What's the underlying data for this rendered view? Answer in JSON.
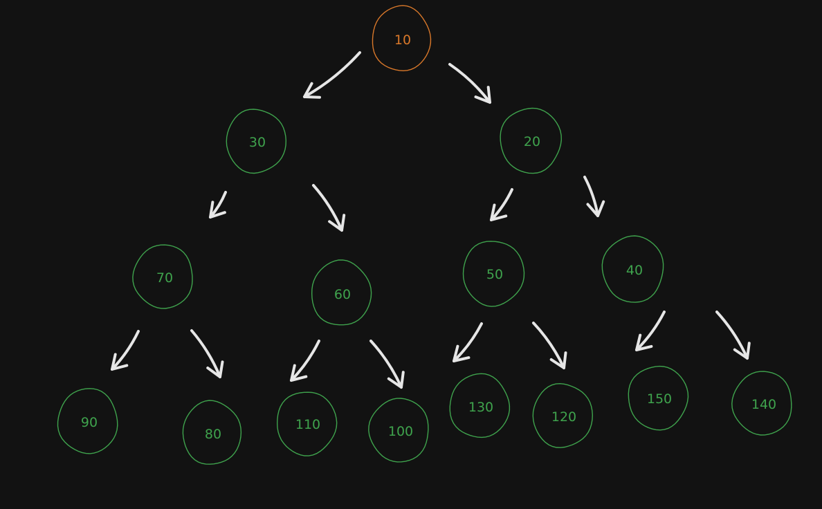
{
  "colors": {
    "background": "#121212",
    "root": "#d9782a",
    "node": "#3fa34d",
    "arrow": "#e6e6e6"
  },
  "nodes": [
    {
      "id": "n10",
      "label": "10",
      "role": "root"
    },
    {
      "id": "n30",
      "label": "30",
      "role": "node"
    },
    {
      "id": "n20",
      "label": "20",
      "role": "node"
    },
    {
      "id": "n70",
      "label": "70",
      "role": "node"
    },
    {
      "id": "n60",
      "label": "60",
      "role": "node"
    },
    {
      "id": "n50",
      "label": "50",
      "role": "node"
    },
    {
      "id": "n40",
      "label": "40",
      "role": "node"
    },
    {
      "id": "n90",
      "label": "90",
      "role": "node"
    },
    {
      "id": "n80",
      "label": "80",
      "role": "node"
    },
    {
      "id": "n110",
      "label": "110",
      "role": "node"
    },
    {
      "id": "n100",
      "label": "100",
      "role": "node"
    },
    {
      "id": "n130",
      "label": "130",
      "role": "node"
    },
    {
      "id": "n120",
      "label": "120",
      "role": "node"
    },
    {
      "id": "n150",
      "label": "150",
      "role": "node"
    },
    {
      "id": "n140",
      "label": "140",
      "role": "node"
    }
  ],
  "edges": [
    {
      "from": "n10",
      "to": "n30"
    },
    {
      "from": "n10",
      "to": "n20"
    },
    {
      "from": "n30",
      "to": "n70"
    },
    {
      "from": "n30",
      "to": "n60"
    },
    {
      "from": "n20",
      "to": "n50"
    },
    {
      "from": "n20",
      "to": "n40"
    },
    {
      "from": "n70",
      "to": "n90"
    },
    {
      "from": "n70",
      "to": "n80"
    },
    {
      "from": "n60",
      "to": "n110"
    },
    {
      "from": "n60",
      "to": "n100"
    },
    {
      "from": "n50",
      "to": "n130"
    },
    {
      "from": "n50",
      "to": "n120"
    },
    {
      "from": "n40",
      "to": "n150"
    },
    {
      "from": "n40",
      "to": "n140"
    }
  ]
}
